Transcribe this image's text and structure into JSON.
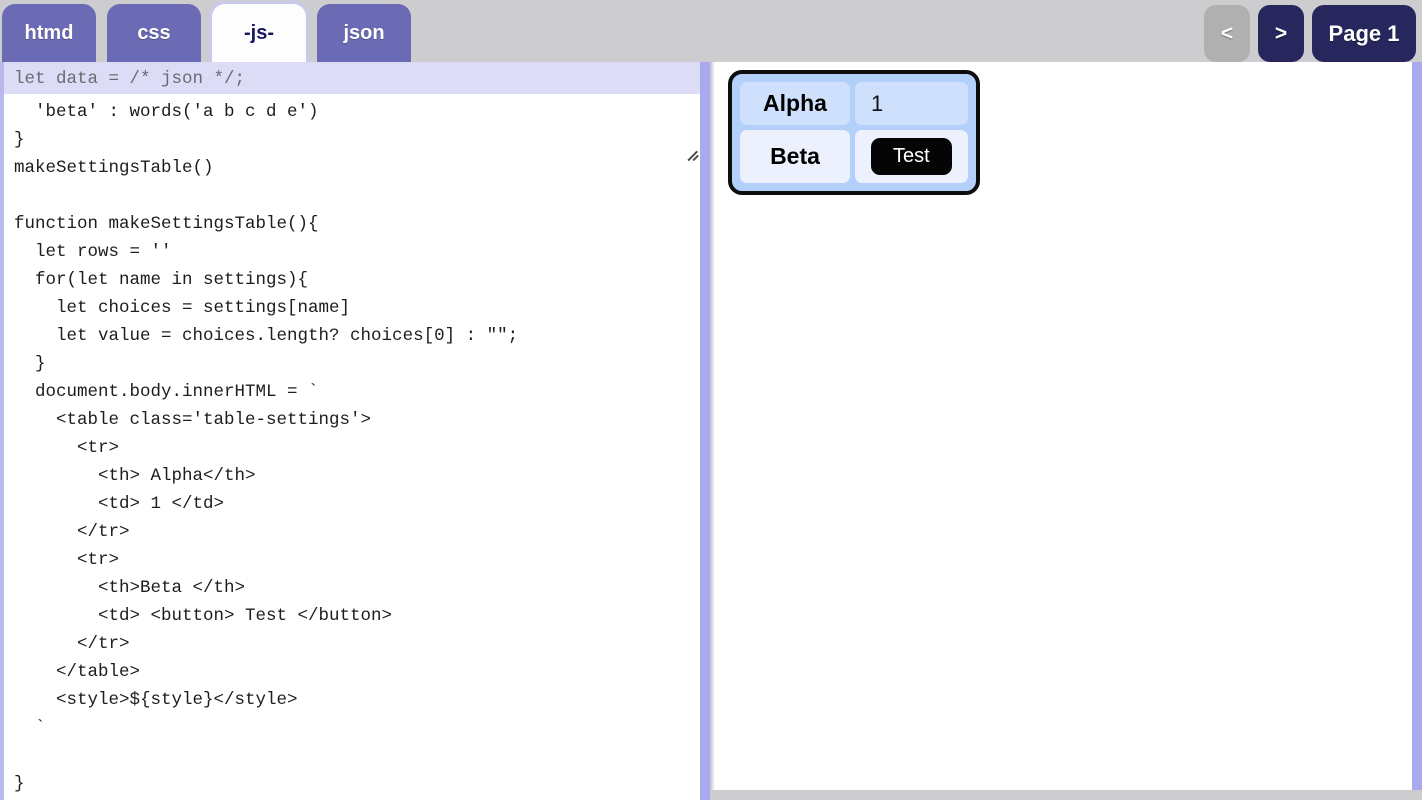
{
  "tabs": [
    {
      "id": "htmd",
      "label": "htmd",
      "active": false
    },
    {
      "id": "css",
      "label": "css",
      "active": false
    },
    {
      "id": "js",
      "label": "-js-",
      "active": true
    },
    {
      "id": "json",
      "label": "json",
      "active": false
    }
  ],
  "topnav": {
    "prev_label": "<",
    "next_label": ">",
    "page_label": "Page 1"
  },
  "editor": {
    "header_value": "let data = /* json */;",
    "header_placeholder": "let data = /* json */;",
    "main_value": "  'beta' : words('a b c d e')\n}\nmakeSettingsTable()\n\nfunction makeSettingsTable(){\n  let rows = ''\n  for(let name in settings){\n    let choices = settings[name]\n    let value = choices.length? choices[0] : \"\";\n  }\n  document.body.innerHTML = `\n    <table class='table-settings'>\n      <tr>\n        <th> Alpha</th>\n        <td> 1 </td>\n      </tr>\n      <tr>\n        <th>Beta </th>\n        <td> <button> Test </button>\n      </tr>\n    </table>\n    <style>${style}</style>\n  `\n\n}",
    "main_placeholder": "",
    "resize_grip_icon": "resize-grip-icon"
  },
  "preview": {
    "table": {
      "rows": [
        {
          "header": "Alpha",
          "value": "1",
          "is_button": false
        },
        {
          "header": "Beta",
          "value": "Test",
          "is_button": true
        }
      ]
    }
  },
  "colors": {
    "page_background": "#cdcdd0",
    "tab_inactive": "#6b6bb5",
    "tab_active": "#fdfdfd",
    "tab_active_text": "#151562",
    "nav_button": "#27275e",
    "nav_button_disabled": "#b0b0b0",
    "editor_header_bg": "#dddcf7",
    "editor_border": "#a9a9ee",
    "table_bg": "#b3d0fb",
    "table_cell_bg": "#cfe0fd",
    "table_cell_alt_bg": "#edf1fe",
    "button_bg": "#050505"
  }
}
